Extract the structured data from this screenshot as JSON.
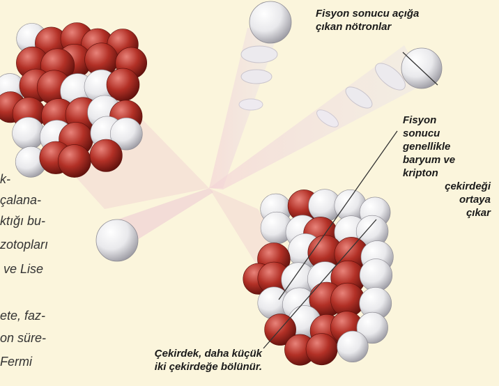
{
  "labels": {
    "neutrons": [
      "Fisyon sonucu açığa",
      "çıkan nötronlar"
    ],
    "products": [
      "Fisyon",
      "sonucu",
      "genellikle",
      "baryum ve",
      "kripton",
      "çekirdeği",
      "ortaya",
      "çıkar"
    ],
    "split": [
      "Çekirdek, daha küçük",
      "iki çekirdeğe bölünür."
    ]
  },
  "background_text": [
    "k-",
    "çalana-",
    "ktığı bu-",
    "zotopları",
    " ve Lise",
    "",
    "ete, faz-",
    "on süre-",
    "Fermi"
  ],
  "colors": {
    "background": "#fbf5dc",
    "proton": "#b83028",
    "neutron": "#f2f2f2",
    "trail": "#f1c9c9"
  }
}
